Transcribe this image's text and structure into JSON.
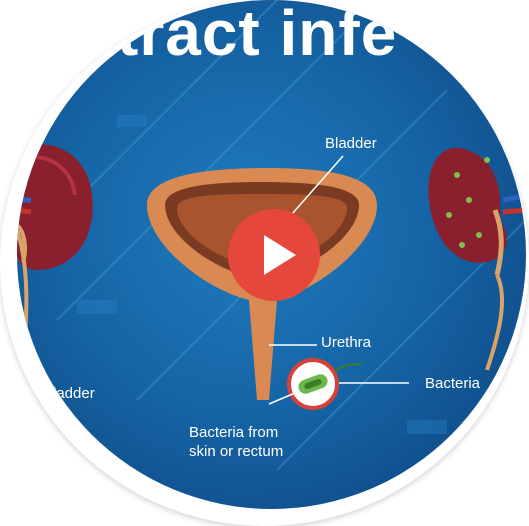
{
  "video": {
    "title_text": "tract infe",
    "play_label": "Play video"
  },
  "labels": {
    "bladder": "Bladder",
    "urethra": "Urethra",
    "bacteria": "Bacteria",
    "bacteria_source_line1": "Bacteria from",
    "bacteria_source_line2": "skin or rectum",
    "left_cut_label": "ladder"
  },
  "colors": {
    "background": "#1665a6",
    "play_button": "#e6473c",
    "bladder": "#d88a52",
    "kidney": "#8a1f2e"
  }
}
